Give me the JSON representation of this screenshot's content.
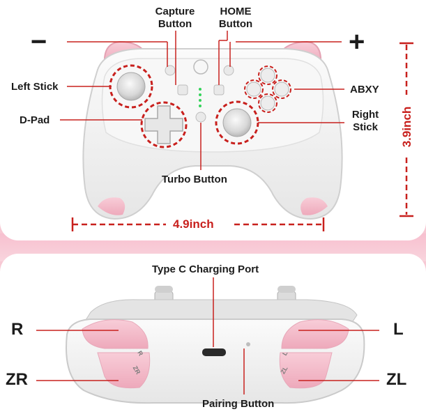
{
  "top_labels": {
    "minus": "−",
    "plus": "+",
    "capture": "Capture\nButton",
    "home": "HOME\nButton",
    "left_stick": "Left Stick",
    "dpad": "D-Pad",
    "abxy": "ABXY",
    "right_stick": "Right\nStick",
    "turbo": "Turbo Button"
  },
  "dimensions": {
    "width": "4.9inch",
    "height": "3.9inch"
  },
  "bottom_labels": {
    "type_c": "Type C Charging Port",
    "r": "R",
    "l": "L",
    "zr": "ZR",
    "zl": "ZL",
    "pairing": "Pairing Button"
  },
  "trigger_marks": {
    "r": "R",
    "zr": "ZR",
    "l": "L",
    "zl": "ZL"
  },
  "colors": {
    "accent_red": "#c8201d",
    "shell_white": "#f2f2f2",
    "pink": "#f4b8c8"
  }
}
